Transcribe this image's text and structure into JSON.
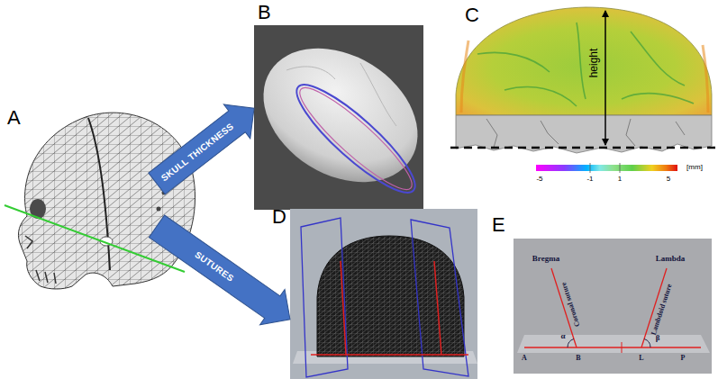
{
  "diagram": {
    "nodes": [
      {
        "text": [
          "A"
        ]
      },
      {
        "text": [
          "B"
        ]
      },
      {
        "text": [
          "C"
        ]
      },
      {
        "text": [
          "D"
        ]
      },
      {
        "text": [
          "E"
        ]
      }
    ],
    "edges": [
      {
        "from": 0,
        "to": 1,
        "arrow": "to",
        "label": "SKULL THICKNESS"
      },
      {
        "from": 0,
        "to": 3,
        "arrow": "to",
        "label": "SUTURES"
      }
    ],
    "labels": [
      "height",
      "-5",
      "-1",
      "1",
      "5",
      "[mm]",
      "Bregma",
      "Lambda",
      "Coronal suture",
      "Lambdoid suture",
      "α",
      "β",
      "A",
      "B",
      "L",
      "P"
    ]
  }
}
